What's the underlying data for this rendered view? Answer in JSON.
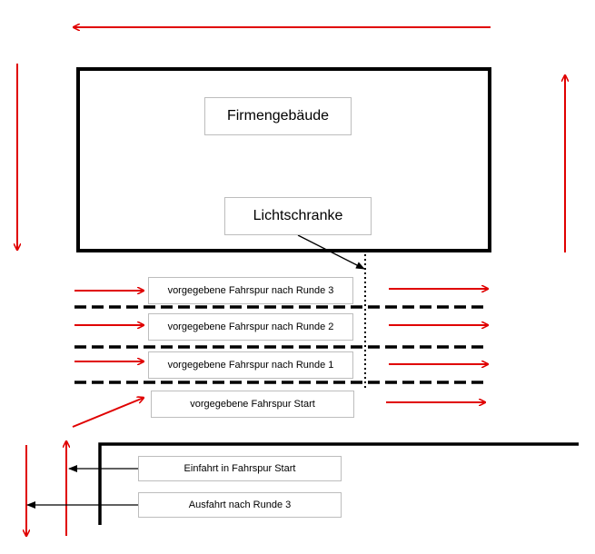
{
  "labels": {
    "building": "Firmengebäude",
    "light_barrier": "Lichtschranke",
    "lane_round_3": "vorgegebene Fahrspur  nach Runde 3",
    "lane_round_2": "vorgegebene Fahrspur  nach Runde 2",
    "lane_round_1": "vorgegebene Fahrspur  nach Runde 1",
    "lane_start": "vorgegebene Fahrspur  Start",
    "entry": "Einfahrt in Fahrspur Start",
    "exit": "Ausfahrt nach Runde 3"
  },
  "colors": {
    "arrow": "#e00000",
    "outline": "#000000",
    "box_border": "#bdbdbd"
  }
}
